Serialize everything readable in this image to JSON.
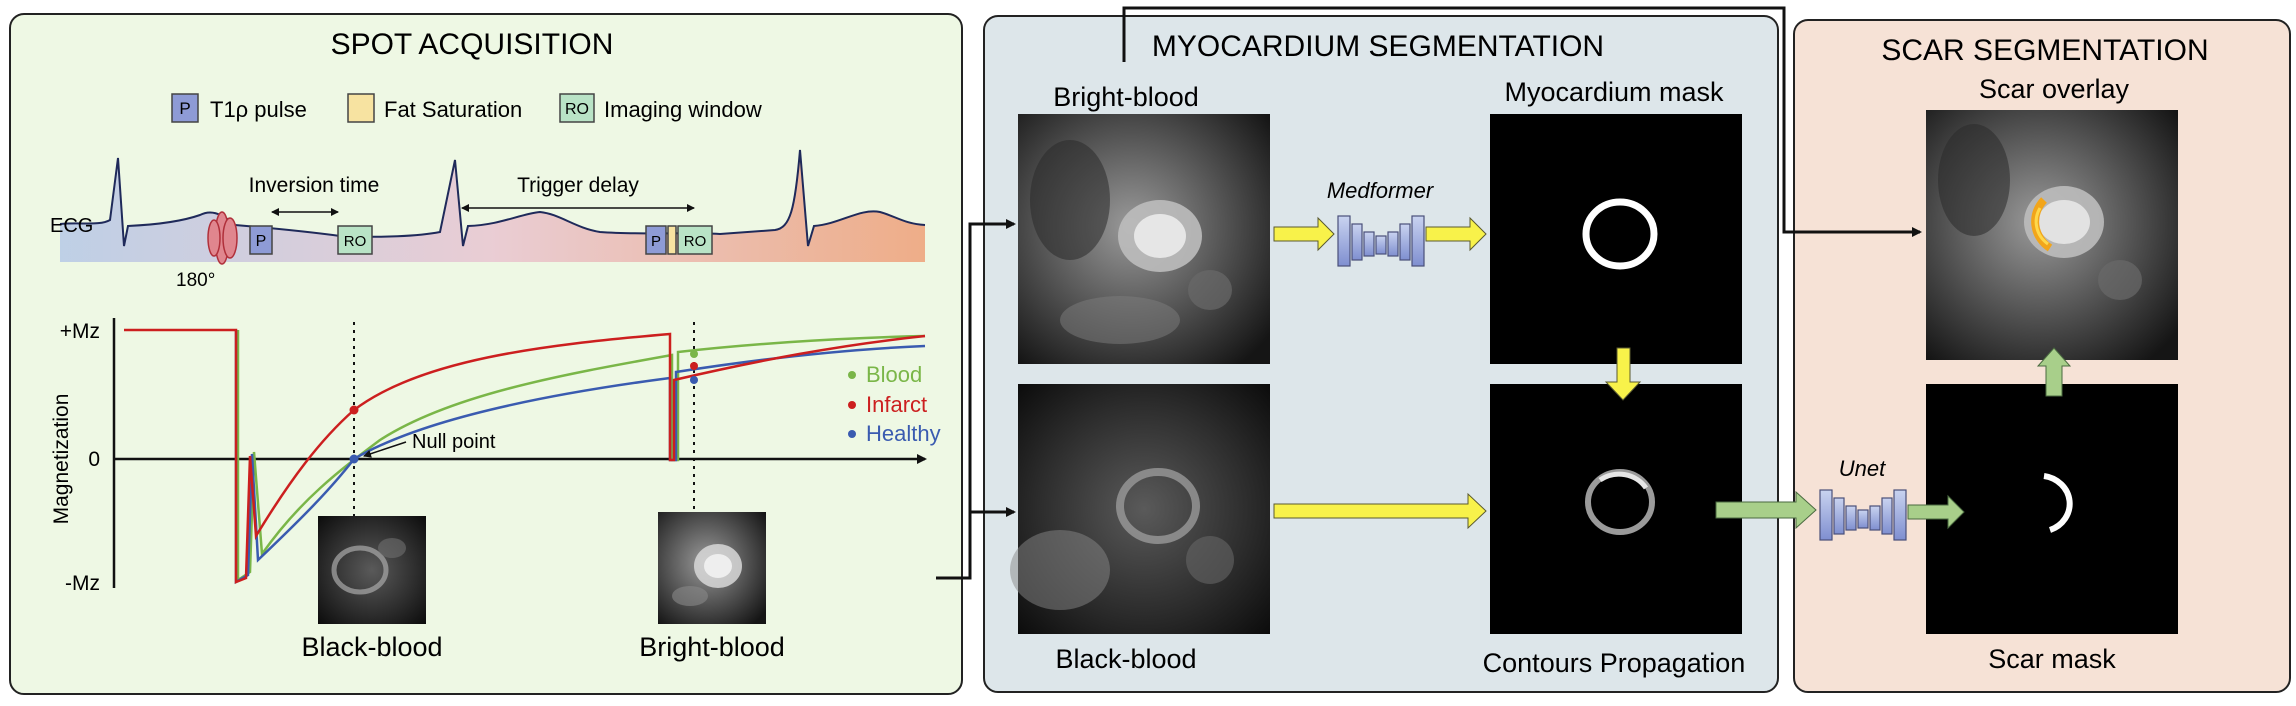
{
  "panels": {
    "spot": {
      "title": "SPOT ACQUISITION",
      "legend": [
        {
          "key": "P",
          "label": "T1ρ pulse",
          "color": "#8e9bd6"
        },
        {
          "key": "",
          "label": "Fat Saturation",
          "color": "#f7e3a1"
        },
        {
          "key": "RO",
          "label": "Imaging window",
          "color": "#b9e3c6"
        }
      ],
      "ecg_label": "ECG",
      "inversion_label": "Inversion time",
      "trigger_label": "Trigger delay",
      "angle_label": "180°",
      "pulse_key": "P",
      "readout_key": "RO",
      "ylabel": "Magnetization",
      "y_top": "+Mz",
      "y_zero": "0",
      "y_bottom": "-Mz",
      "null_point": "Null point",
      "curves": [
        {
          "name": "Blood",
          "color": "#7ab648"
        },
        {
          "name": "Infarct",
          "color": "#cc1f1f"
        },
        {
          "name": "Healthy",
          "color": "#3a5bb0"
        }
      ],
      "black_blood_label": "Black-blood",
      "bright_blood_label": "Bright-blood"
    },
    "myo": {
      "title": "MYOCARDIUM SEGMENTATION",
      "bright_label": "Bright-blood",
      "black_label": "Black-blood",
      "mask_label": "Myocardium mask",
      "contours_label": "Contours Propagation",
      "model_label": "Medformer"
    },
    "scar": {
      "title": "SCAR SEGMENTATION",
      "overlay_label": "Scar overlay",
      "mask_label": "Scar mask",
      "model_label": "Unet"
    }
  },
  "colors": {
    "spot_bg": "#eef8e4",
    "myo_bg": "#dde6ea",
    "scar_bg": "#f6e2d6",
    "yellow_arrow": "#f8f24a",
    "green_arrow": "#a8cf8a"
  }
}
